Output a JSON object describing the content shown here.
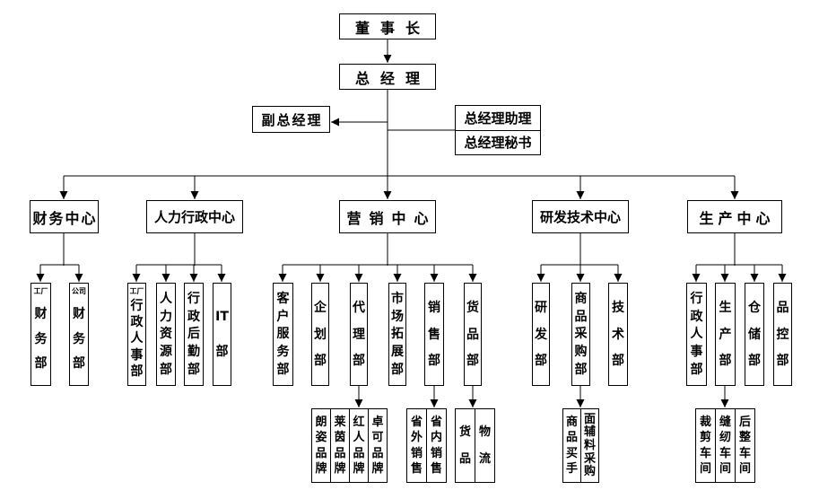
{
  "org": {
    "chairman": "董事长",
    "general_manager": "总经理",
    "deputy_general_manager": "副总经理",
    "gm_assistant": "总经理助理",
    "gm_secretary": "总经理秘书",
    "centers": {
      "finance": {
        "name": "财务中心",
        "departments": [
          {
            "prefix": "工厂",
            "name": "财务部"
          },
          {
            "prefix": "公司",
            "name": "财务部"
          }
        ]
      },
      "hr_admin": {
        "name": "人力行政中心",
        "departments": [
          {
            "prefix": "工厂",
            "name": "行政人事部"
          },
          {
            "name": "人力资源部"
          },
          {
            "name": "行政后勤部"
          },
          {
            "name": "IT部"
          }
        ]
      },
      "marketing": {
        "name": "营销中心",
        "departments": [
          {
            "name": "客户服务部"
          },
          {
            "name": "企划部"
          },
          {
            "name": "代理部",
            "children": [
              "朗姿品牌",
              "莱茵品牌",
              "红人品牌",
              "卓可品牌"
            ]
          },
          {
            "name": "市场拓展部"
          },
          {
            "name": "销售部",
            "children": [
              "省外销售",
              "省内销售"
            ]
          },
          {
            "name": "货品部",
            "children": [
              "货品",
              "物流"
            ]
          }
        ]
      },
      "rnd_tech": {
        "name": "研发技术中心",
        "departments": [
          {
            "name": "研发部"
          },
          {
            "name": "商品采购部",
            "children": [
              "商品买手",
              "面辅料采购"
            ]
          },
          {
            "name": "技术部"
          }
        ]
      },
      "production": {
        "name": "生产中心",
        "departments": [
          {
            "name": "行政人事部"
          },
          {
            "name": "生产部",
            "children": [
              "裁剪车间",
              "缝纫车间",
              "后整车间"
            ]
          },
          {
            "name": "仓储部"
          },
          {
            "name": "品控部"
          }
        ]
      }
    }
  },
  "colors": {
    "background": "#ffffff",
    "line": "#000000",
    "box_fill": "#ffffff",
    "text": "#000000"
  }
}
